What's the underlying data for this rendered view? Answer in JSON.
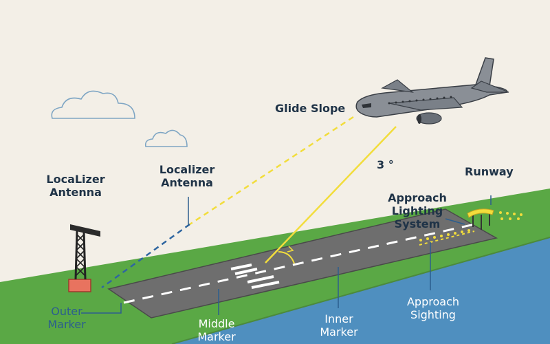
{
  "labels": {
    "glide_slope": "Glide Slope",
    "angle": "3 °",
    "localizer_antenna_left": [
      "LocaLizer",
      "Antenna"
    ],
    "localizer_antenna_mid": [
      "Localizer",
      "Antenna"
    ],
    "runway": "Runway",
    "approach_lighting_system": [
      "Approach",
      "Lighting",
      "System"
    ],
    "outer_marker": [
      "Outer",
      "Marker"
    ],
    "middle_marker": [
      "Middle",
      "Marker"
    ],
    "inner_marker": [
      "Inner",
      "Marker"
    ],
    "approach_sighting": [
      "Approach",
      "Sighting"
    ]
  },
  "colors": {
    "sky": "#f3efe7",
    "grass": "#5aa845",
    "water": "#4f8fbf",
    "runway": "#6e6e6e",
    "beam": "#f2dd3c",
    "localizer_beam": "#2f66a0",
    "label_dark": "#1f3347",
    "label_blue": "#2c5e8e"
  },
  "icons": [
    "cloud-icon",
    "aircraft-icon",
    "antenna-tower-icon",
    "approach-light-structure-icon"
  ]
}
